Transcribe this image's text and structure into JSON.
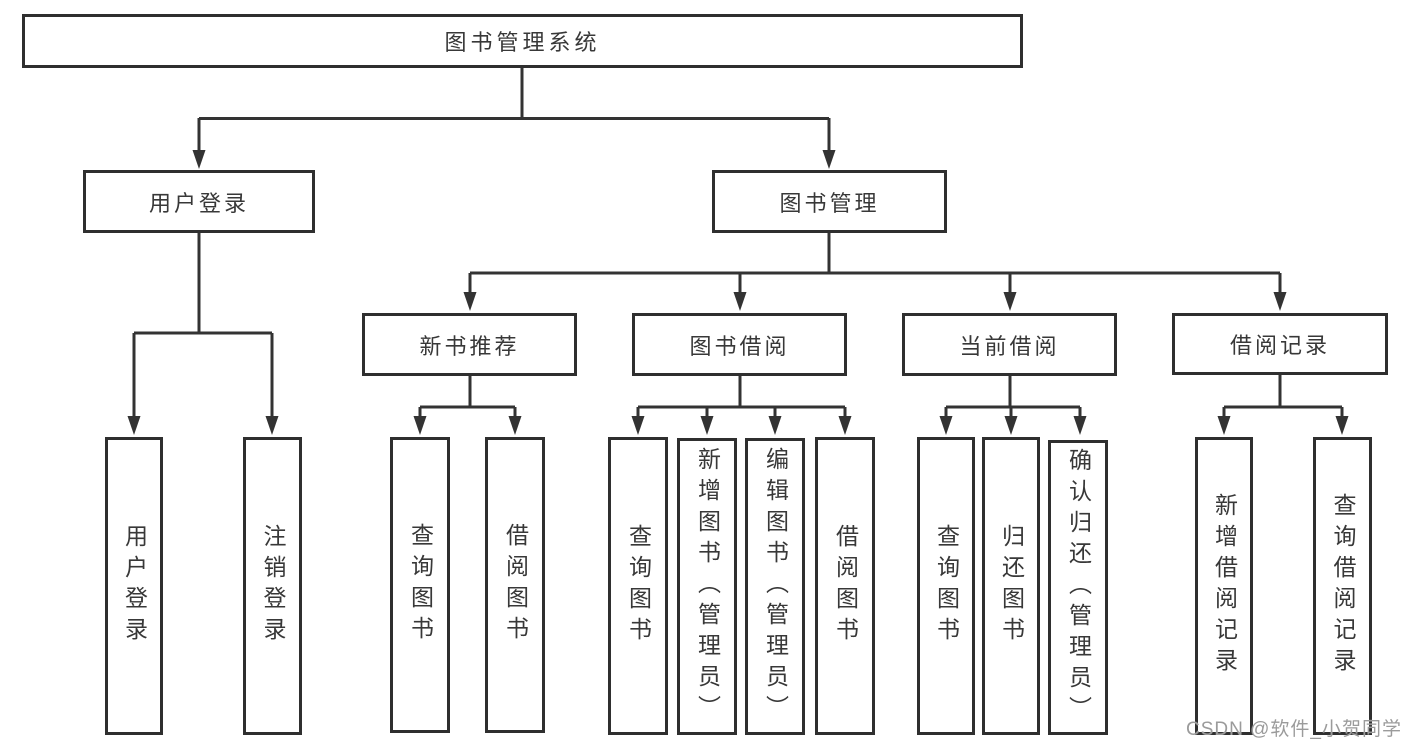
{
  "nodes": {
    "root": {
      "label": "图书管理系统"
    },
    "user_login": {
      "label": "用户登录"
    },
    "book_management": {
      "label": "图书管理"
    },
    "new_book_recommend": {
      "label": "新书推荐"
    },
    "book_borrowing": {
      "label": "图书借阅"
    },
    "current_borrowing": {
      "label": "当前借阅"
    },
    "borrowing_records": {
      "label": "借阅记录"
    },
    "leaf_user_login": {
      "label": "用户登录"
    },
    "leaf_logout": {
      "label": "注销登录"
    },
    "leaf_query_books_recommend": {
      "label": "查询图书"
    },
    "leaf_borrow_books_recommend": {
      "label": "借阅图书"
    },
    "leaf_query_books_borrowing": {
      "label": "查询图书"
    },
    "leaf_add_books_admin": {
      "label": "新增图书（管理员）"
    },
    "leaf_edit_books_admin": {
      "label": "编辑图书（管理员）"
    },
    "leaf_borrow_books_borrowing": {
      "label": "借阅图书"
    },
    "leaf_query_books_current": {
      "label": "查询图书"
    },
    "leaf_return_books": {
      "label": "归还图书"
    },
    "leaf_confirm_return_admin": {
      "label": "确认归还（管理员）"
    },
    "leaf_add_borrow_record": {
      "label": "新增借阅记录"
    },
    "leaf_query_borrow_record": {
      "label": "查询借阅记录"
    }
  },
  "watermark": {
    "text": "CSDN @软件_小贺同学"
  },
  "colors": {
    "line": "#333333",
    "box_border": "#2f2f2f",
    "text": "#383838",
    "watermark": "#9b9b9b",
    "background": "#ffffff"
  }
}
